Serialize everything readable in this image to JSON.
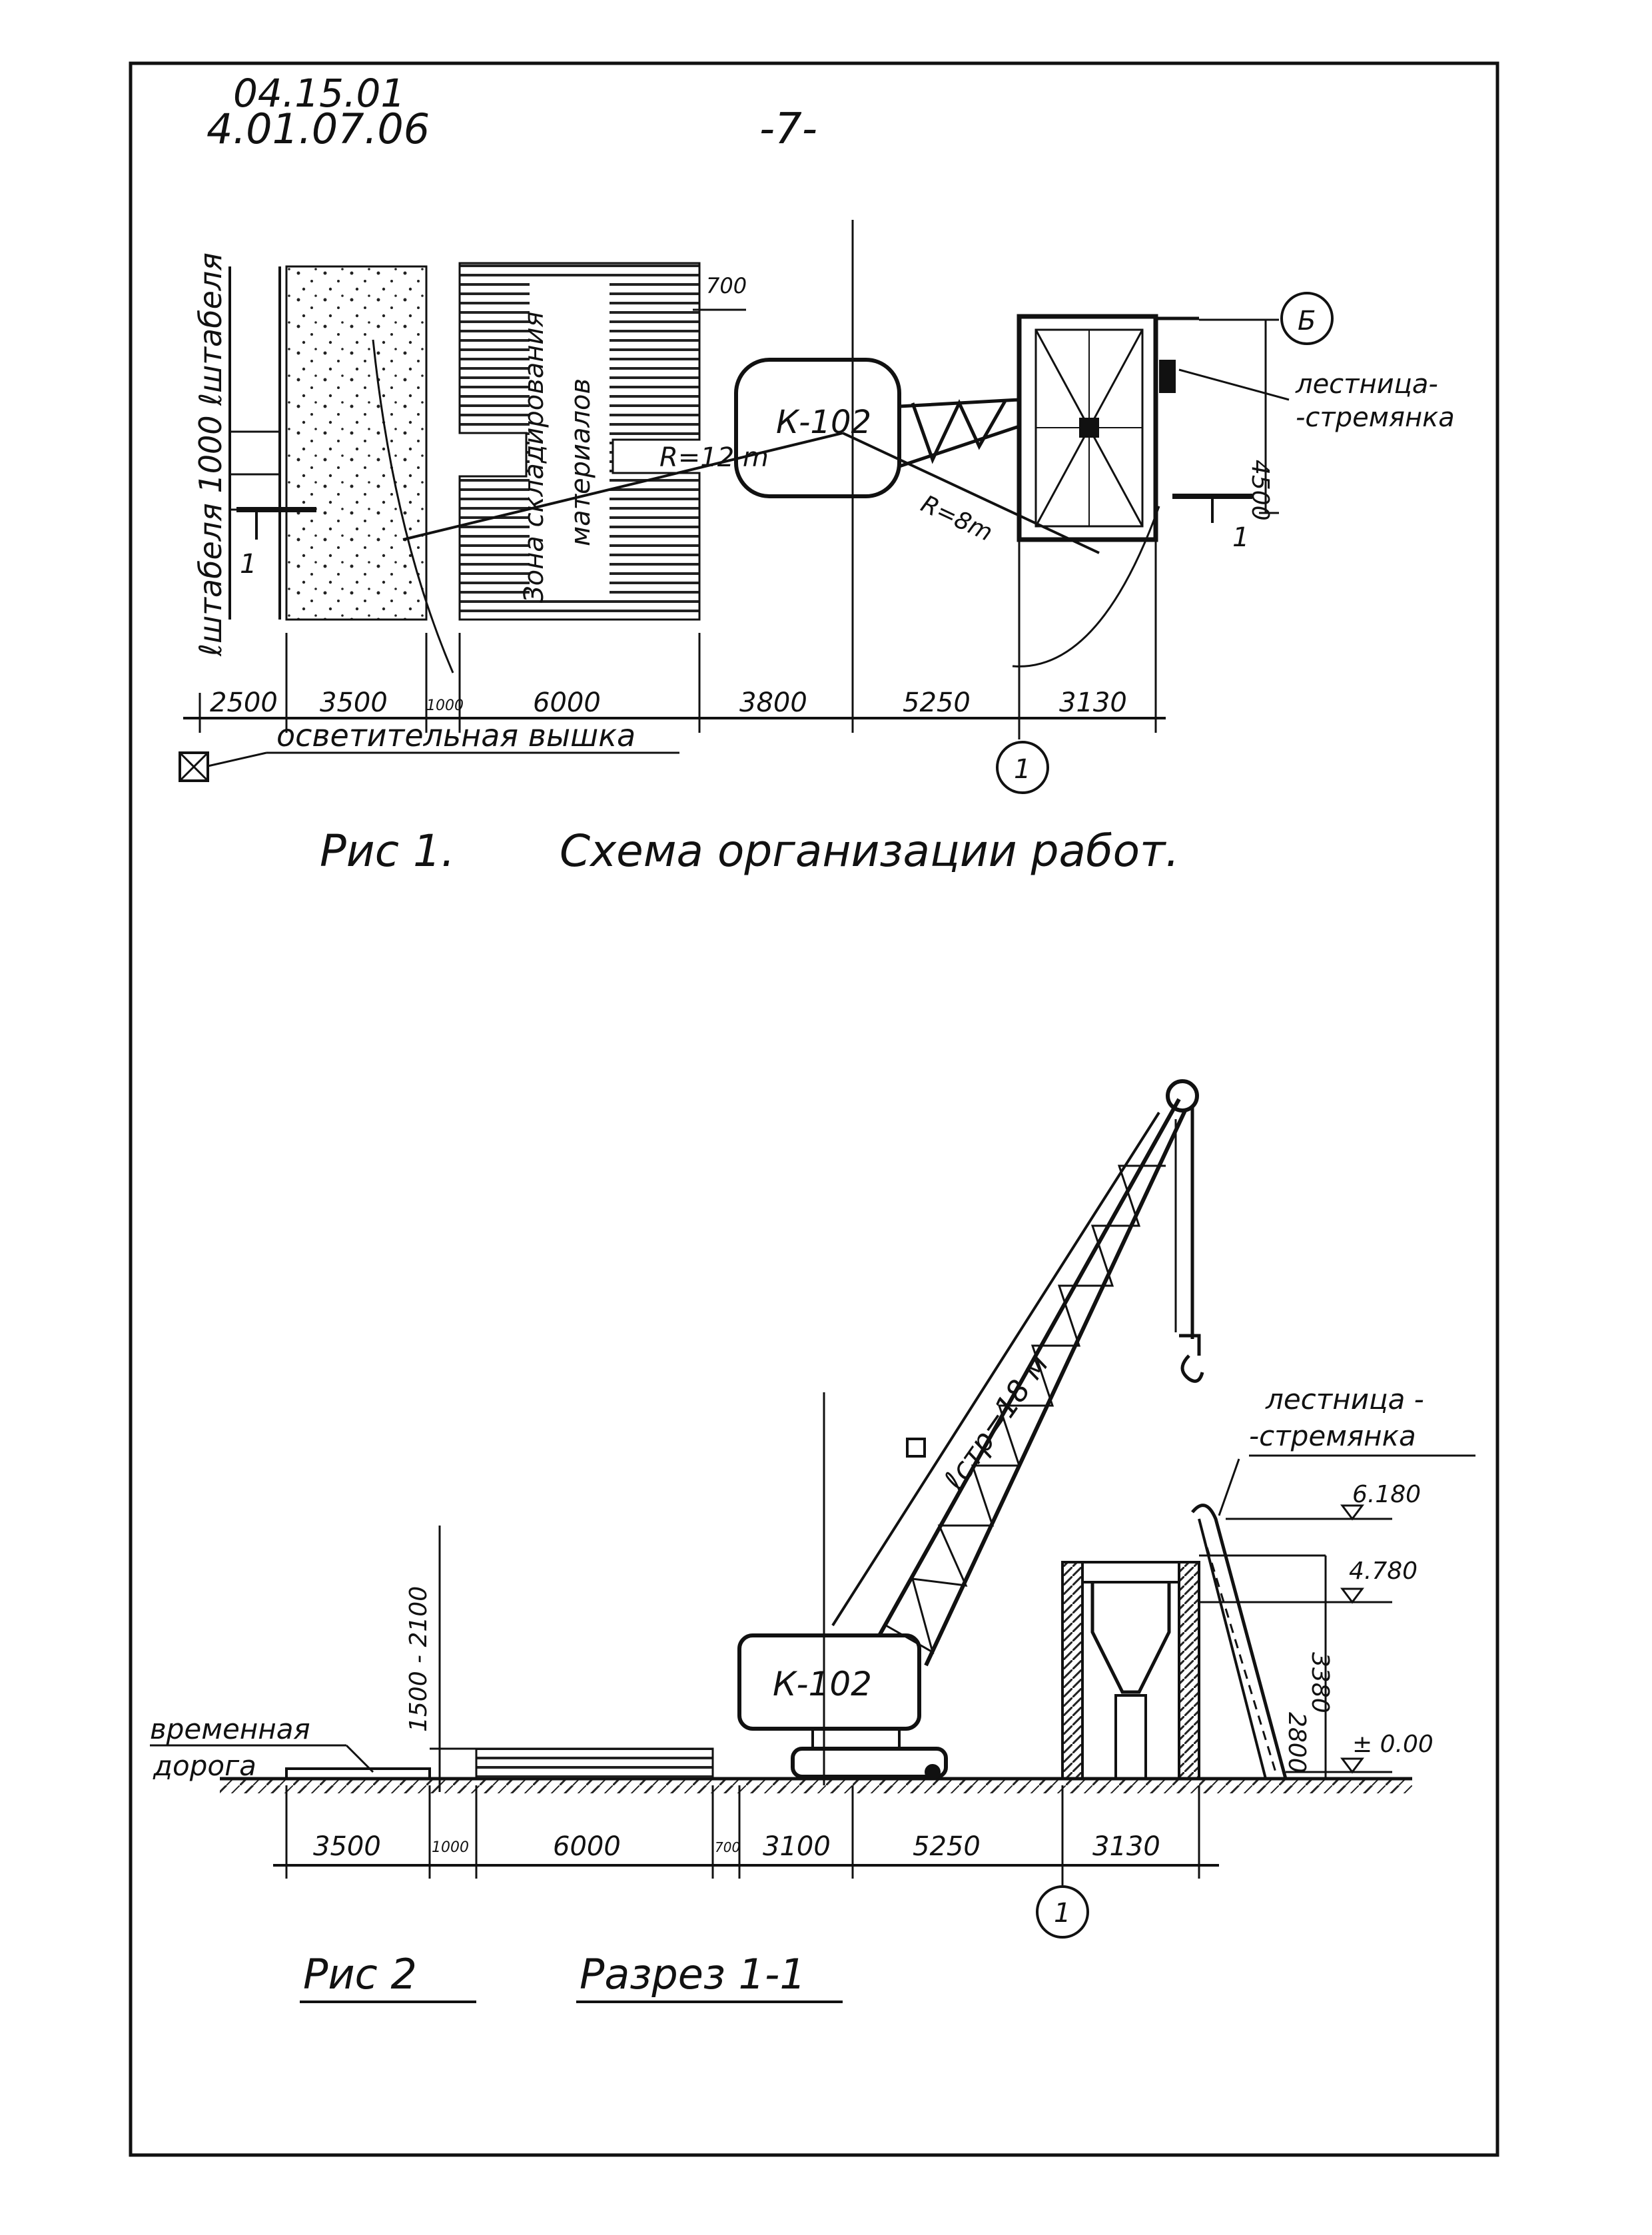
{
  "header": {
    "doc_code_line1": "04.15.01",
    "doc_code_line2": "4.01.07.06",
    "page_number": "-7-"
  },
  "fig1": {
    "left_vertical_label": "ℓштабеля 1000 ℓштабеля",
    "storage_zone_line1": "Зона складирования",
    "storage_zone_line2": "материалов",
    "crane_label": "К-102",
    "radius_12": "R=12 m",
    "radius_8": "R=8m",
    "dim_700": "700",
    "dim_4500": "4500",
    "axis_b": "Б",
    "axis_1": "1",
    "section_mark_left": "1",
    "section_mark_right": "1",
    "ladder_line1": "лестница-",
    "ladder_line2": "-стремянка",
    "light_tower_label": "осветительная вышка",
    "dims": [
      "2500",
      "3500",
      "1000",
      "6000",
      "3800",
      "5250",
      "3130"
    ],
    "caption_number": "Рис 1.",
    "caption_title": "Схема организации работ."
  },
  "fig2": {
    "crane_label": "К-102",
    "boom_label": "ℓстр=18 м",
    "ladder_line1": "лестница -",
    "ladder_line2": "-стремянка",
    "elev_top": "6.180",
    "elev_mid": "4.780",
    "elev_zero": "± 0.00",
    "dim_3380": "3380",
    "dim_2800": "2800",
    "stack_height": "1500 - 2100",
    "road_line1": "временная",
    "road_line2": "дорога",
    "axis_1": "1",
    "dims": [
      "3500",
      "1000",
      "6000",
      "700",
      "3100",
      "5250",
      "3130"
    ],
    "caption_number": "Рис 2",
    "caption_title": "Разрез 1-1"
  }
}
